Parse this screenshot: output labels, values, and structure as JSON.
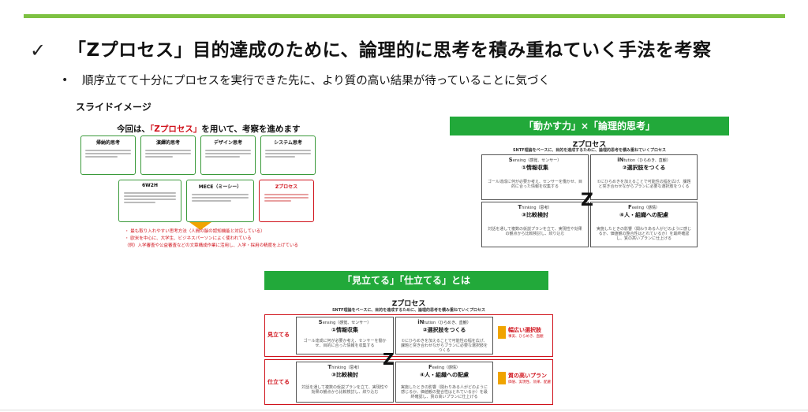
{
  "header": {
    "check": "✓",
    "title": "「Zプロセス」目的達成のために、論理的に思考を積み重ねていく手法を考察"
  },
  "bullets": [
    {
      "dot": "•",
      "text": "順序立てて十分にプロセスを実行できた先に、より質の高い結果が待っていることに気づく"
    }
  ],
  "slide_label": "スライドイメージ",
  "slide1": {
    "title_prefix": "今回は、",
    "title_highlight": "「Zプロセス」",
    "title_suffix": "を用いて、考察を進めます",
    "boxes_top": [
      "帰納的思考",
      "演繹的思考",
      "デザイン思考",
      "システム思考"
    ],
    "boxes_bottom": [
      "6W2H",
      "MECE（ミーシー）",
      "Zプロセス"
    ],
    "notes": [
      "・ 最も取り入れやすい思考方法（人間の脳の認知機能と対応している）",
      "・ 欧米を中心に、大学生、ビジネスパーソンによく使われている",
      "（例）入学審査や公益審査などの文章構成作業に活用し、入学・採用の精度を上げている"
    ]
  },
  "slide2": {
    "banner": "「動かす力」×「論理的思考」",
    "ztitle": "Zプロセス",
    "subtitle": "SNTF理論をベースに、目的を達成するために、論理的思考を積み重ねていくプロセス",
    "quadrants": [
      {
        "key_letter": "S",
        "key_rest": "ensing（感覚、センサー）",
        "label": "①情報収集",
        "desc": "ゴール達成に何が必要か考え、センサーを働かせ、目的に合った情報を収集する"
      },
      {
        "key_letter": "iN",
        "key_rest": "tution（ひらめき、直観）",
        "label": "②選択肢をつくる",
        "desc": "①にひらめきを加えることで可能性の幅を広げ、課題と突き合わせながらプランに必要な選択肢をつくる"
      },
      {
        "key_letter": "T",
        "key_rest": "hinking（思考）",
        "label": "③比較検討",
        "desc": "対話を通して複数の仮説プランを立て、実現性や効果の観点から比較検討し、絞り込む"
      },
      {
        "key_letter": "F",
        "key_rest": "eeling（感情）",
        "label": "④人・組織への配慮",
        "desc": "実施したときの影響（関わりある人がどのように感じるか、価値観の整合性はとれているか）を最終確認し、質の高いプランに仕上げる"
      }
    ],
    "z": "Z"
  },
  "slide3": {
    "banner": "「見立てる」「仕立てる」とは",
    "ztitle": "Zプロセス",
    "subtitle": "SNTF理論をベースに、目的を達成するために、論理的思考を積み重ねていくプロセス",
    "row_labels": [
      "見立てる",
      "仕立てる"
    ],
    "results": [
      {
        "title": "幅広い選択肢",
        "sub": "事実、ひらめき、直観"
      },
      {
        "title": "質の高いプラン",
        "sub": "価値、実現性、効果、配慮"
      }
    ],
    "z": "Z"
  },
  "colors": {
    "accent_green": "#7dc142",
    "banner_green": "#22a93a",
    "red": "#d0121b",
    "orange": "#f0a400"
  }
}
